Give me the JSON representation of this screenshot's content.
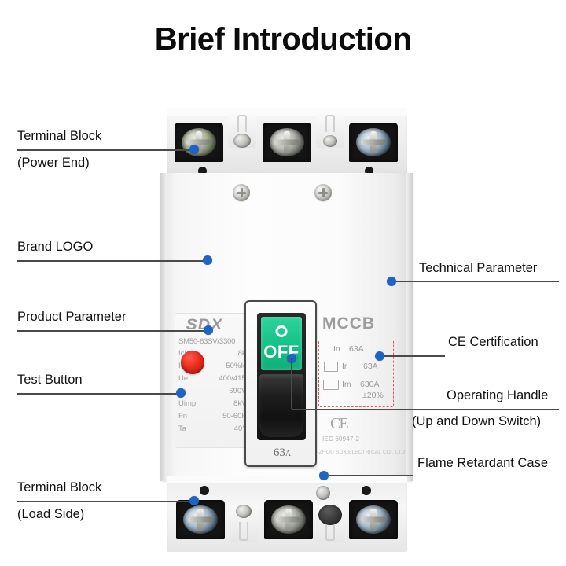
{
  "page": {
    "title": "Brief Introduction",
    "background": "#ffffff",
    "accent_dot_color": "#1f63c4",
    "leader_color": "#4a4a4a"
  },
  "callouts": [
    {
      "id": "terminal-block-power-end",
      "line1": "Terminal Block",
      "line2": "(Power End)"
    },
    {
      "id": "brand-logo",
      "line1": "Brand LOGO",
      "line2": ""
    },
    {
      "id": "product-parameter",
      "line1": "Product Parameter",
      "line2": ""
    },
    {
      "id": "test-button",
      "line1": "Test Button",
      "line2": ""
    },
    {
      "id": "technical-parameter",
      "line1": "Technical Parameter",
      "line2": ""
    },
    {
      "id": "ce-certification",
      "line1": "CE Certification",
      "line2": ""
    },
    {
      "id": "operating-handle",
      "line1": "Operating Handle",
      "line2": "(Up and Down Switch)"
    },
    {
      "id": "flame-retardant-case",
      "line1": "Flame Retardant Case",
      "line2": ""
    },
    {
      "id": "terminal-block-load-side",
      "line1": "Terminal Block",
      "line2": "(Load Side)"
    }
  ],
  "device": {
    "brand_logo": "SDX",
    "model": "SM50-63SV/3300",
    "family_mark": "MCCB",
    "specs": [
      {
        "key": "Icu",
        "value": "8kA"
      },
      {
        "key": "Ics",
        "value": "50%Icu"
      },
      {
        "key": "Ue",
        "value": "400/415V"
      },
      {
        "key": "Ui",
        "value": "690V~"
      },
      {
        "key": "Uimp",
        "value": "8kV~"
      },
      {
        "key": "Fn",
        "value": "50-60Hz"
      },
      {
        "key": "Ta",
        "value": "40℃"
      }
    ],
    "technical_parameter": {
      "border_color": "#e05a6a",
      "in_label": "In",
      "in_value": "63A",
      "ir_label": "Ir",
      "ir_value": "63A",
      "im_label": "Im",
      "im_value": "630A",
      "im_tolerance": "±20%"
    },
    "ce_mark": "CE",
    "standard": "IEC 60947-2",
    "company": "WENZHOU SDX ELECTRICAL CO., LTD.",
    "handle": {
      "state_symbol": "O",
      "state_label": "OFF",
      "state_color": "#17c489",
      "rating": "63",
      "rating_unit": "A"
    },
    "test_button_color": "#ec2b1c",
    "poles": 3
  }
}
